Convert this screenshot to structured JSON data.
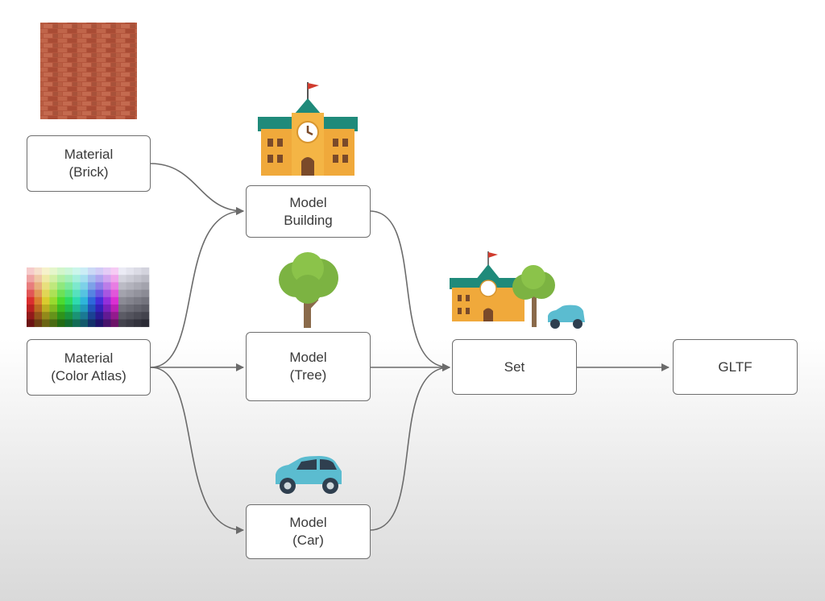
{
  "nodes": {
    "material_brick": {
      "line1": "Material",
      "line2": "(Brick)"
    },
    "material_atlas": {
      "line1": "Material",
      "line2": "(Color Atlas)"
    },
    "model_building": {
      "line1": "Model",
      "line2": "Building"
    },
    "model_tree": {
      "line1": "Model",
      "line2": "(Tree)"
    },
    "model_car": {
      "line1": "Model",
      "line2": "(Car)"
    },
    "set": {
      "line1": "Set"
    },
    "gltf": {
      "line1": "GLTF"
    }
  },
  "images": {
    "brick": "brick-texture",
    "atlas": "color-atlas-palette",
    "building": "school-building-icon",
    "tree": "tree-icon",
    "car": "car-icon",
    "scene": "scene-composite-icon"
  },
  "colors": {
    "edge": "#6b6b6b",
    "node_border": "#6e6e6e",
    "brick": "#b5563d",
    "building_wall": "#f0a93b",
    "building_roof": "#1f8a7a",
    "flag": "#d03c2f",
    "tree_leaf": "#7cb342",
    "tree_trunk": "#8a6a4a",
    "car_body": "#5bbcd0"
  }
}
